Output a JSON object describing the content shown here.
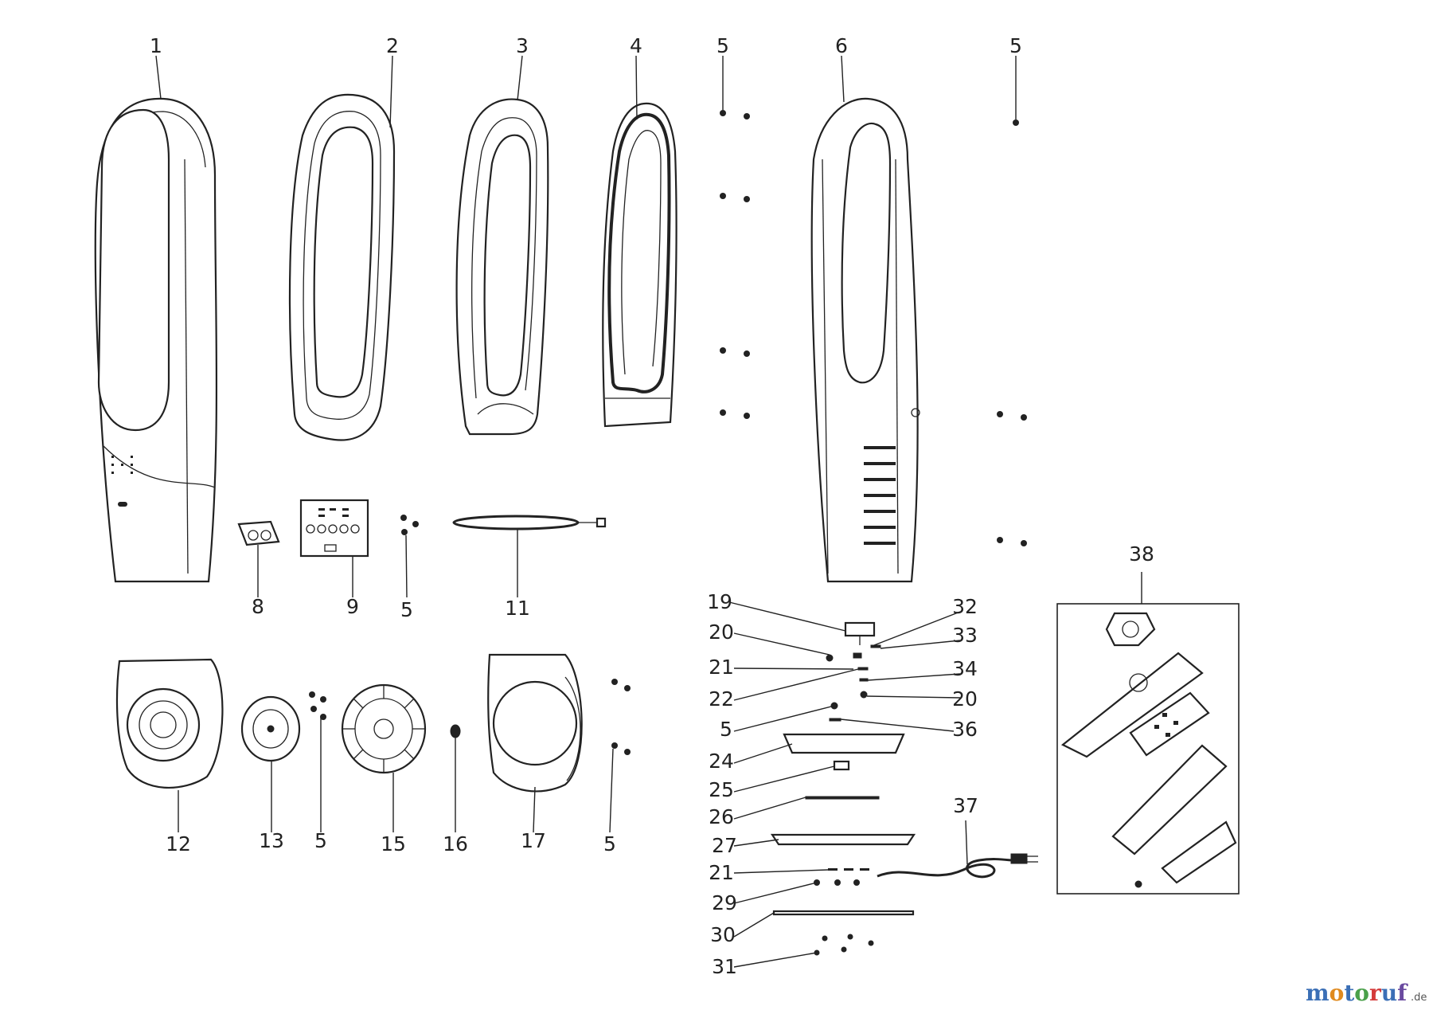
{
  "diagram": {
    "labels": [
      {
        "id": "1",
        "text": "1"
      },
      {
        "id": "2",
        "text": "2"
      },
      {
        "id": "3",
        "text": "3"
      },
      {
        "id": "4",
        "text": "4"
      },
      {
        "id": "5a",
        "text": "5"
      },
      {
        "id": "6",
        "text": "6"
      },
      {
        "id": "5b",
        "text": "5"
      },
      {
        "id": "8",
        "text": "8"
      },
      {
        "id": "9",
        "text": "9"
      },
      {
        "id": "5c",
        "text": "5"
      },
      {
        "id": "11",
        "text": "11"
      },
      {
        "id": "38",
        "text": "38"
      },
      {
        "id": "19",
        "text": "19"
      },
      {
        "id": "32",
        "text": "32"
      },
      {
        "id": "20a",
        "text": "20"
      },
      {
        "id": "33",
        "text": "33"
      },
      {
        "id": "21a",
        "text": "21"
      },
      {
        "id": "34",
        "text": "34"
      },
      {
        "id": "22",
        "text": "22"
      },
      {
        "id": "20b",
        "text": "20"
      },
      {
        "id": "5d",
        "text": "5"
      },
      {
        "id": "36",
        "text": "36"
      },
      {
        "id": "24",
        "text": "24"
      },
      {
        "id": "25",
        "text": "25"
      },
      {
        "id": "26",
        "text": "26"
      },
      {
        "id": "37",
        "text": "37"
      },
      {
        "id": "27",
        "text": "27"
      },
      {
        "id": "21b",
        "text": "21"
      },
      {
        "id": "29",
        "text": "29"
      },
      {
        "id": "30",
        "text": "30"
      },
      {
        "id": "31",
        "text": "31"
      },
      {
        "id": "12",
        "text": "12"
      },
      {
        "id": "13",
        "text": "13"
      },
      {
        "id": "5e",
        "text": "5"
      },
      {
        "id": "15",
        "text": "15"
      },
      {
        "id": "16",
        "text": "16"
      },
      {
        "id": "17",
        "text": "17"
      },
      {
        "id": "5f",
        "text": "5"
      }
    ]
  },
  "watermark": {
    "letters": [
      "m",
      "o",
      "t",
      "o",
      "r",
      "u",
      "f"
    ],
    "suffix": ".de",
    "colors": [
      "#3b6fb6",
      "#e08a1e",
      "#3b6fb6",
      "#4aa04a",
      "#d43a3a",
      "#3b6fb6",
      "#6a4aa0"
    ]
  }
}
